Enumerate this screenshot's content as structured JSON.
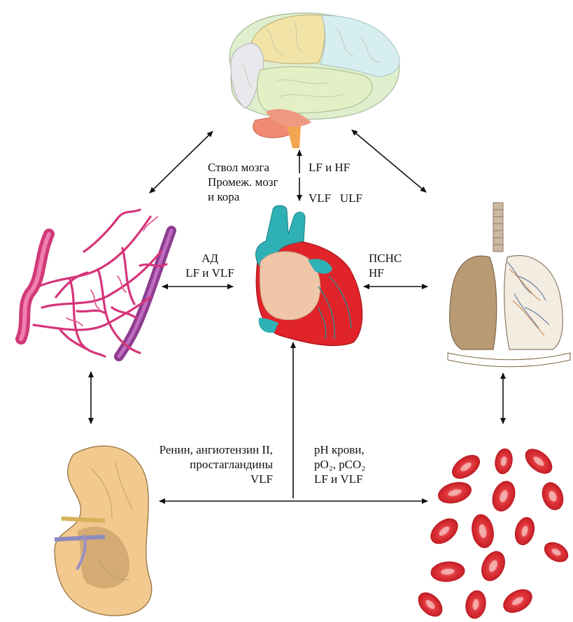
{
  "organs": {
    "brain": "brain",
    "heart": "heart",
    "vessels": "blood-vessels",
    "lungs": "lungs",
    "kidney": "kidney",
    "blood": "red-blood-cells"
  },
  "labels": {
    "brain_heart_left": [
      "Ствол мозга",
      "Промеж. мозг",
      "и кора"
    ],
    "brain_heart_up": "LF и HF",
    "brain_heart_down": "VLF   ULF",
    "vessels_heart": [
      "АД",
      "LF и VLF"
    ],
    "heart_lungs": [
      "ПСНС",
      "HF"
    ],
    "kidney_bottom": [
      "Ренин, ангиотензин II,",
      "простагландины",
      "VLF"
    ],
    "blood_bottom": [
      "pH крови,",
      "pO₂, pCO₂",
      "LF и VLF"
    ]
  },
  "colors": {
    "arrow": "#111111",
    "vessel": "#d6347a",
    "heart_red": "#e0242a",
    "heart_teal": "#2fb0b4",
    "heart_skin": "#efc6a8",
    "blood_cell": "#e23a3f",
    "kidney": "#f2c98e"
  }
}
